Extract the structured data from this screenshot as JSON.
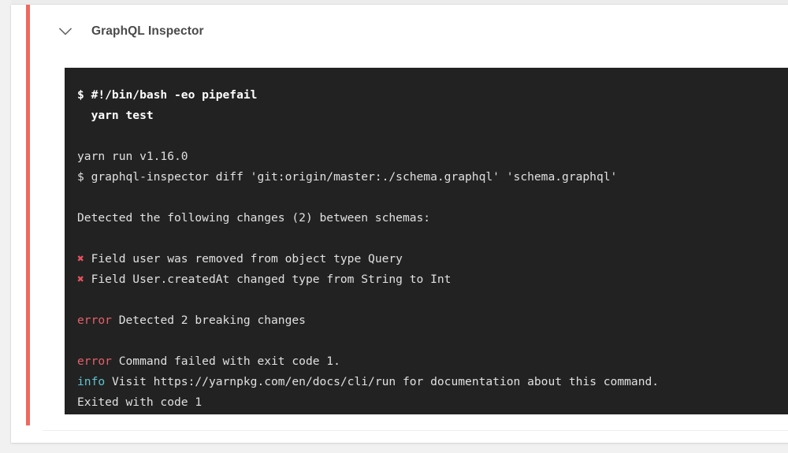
{
  "colors": {
    "page_background": "#f1f1f1",
    "card_background": "#ffffff",
    "status_rail": "#f0685f",
    "terminal_background": "#222222",
    "terminal_text": "#e6e6e6",
    "error_text": "#e5606a",
    "info_text": "#5fc4d0",
    "xmark": "#e5535f",
    "title_text": "#4a4a4a"
  },
  "card": {
    "collapse_icon": "chevron-down-icon",
    "title": "GraphQL Inspector"
  },
  "terminal": {
    "lines": [
      {
        "id": "cmd-shebang",
        "style": "bold",
        "segments": [
          {
            "text": "$ #!/bin/bash -eo pipefail",
            "color": "white",
            "bold": true
          }
        ]
      },
      {
        "id": "cmd-yarn-test",
        "style": "bold",
        "segments": [
          {
            "text": "  yarn test",
            "color": "white",
            "bold": true
          }
        ]
      },
      {
        "id": "blank-1",
        "style": "blank",
        "segments": []
      },
      {
        "id": "yarn-version",
        "style": "normal",
        "segments": [
          {
            "text": "yarn run v1.16.0",
            "color": "default",
            "bold": false
          }
        ]
      },
      {
        "id": "inspector-diff",
        "style": "normal",
        "segments": [
          {
            "text": "$ graphql-inspector diff 'git:origin/master:./schema.graphql' 'schema.graphql'",
            "color": "default",
            "bold": false
          }
        ]
      },
      {
        "id": "blank-2",
        "style": "blank",
        "segments": []
      },
      {
        "id": "detected-changes",
        "style": "normal",
        "segments": [
          {
            "text": "Detected the following changes (2) between schemas:",
            "color": "default",
            "bold": false
          }
        ]
      },
      {
        "id": "blank-3",
        "style": "blank",
        "segments": []
      },
      {
        "id": "change-1",
        "style": "normal",
        "segments": [
          {
            "text": "✖",
            "color": "xmark",
            "bold": true
          },
          {
            "text": " Field user was removed from object type Query",
            "color": "default",
            "bold": false
          }
        ]
      },
      {
        "id": "change-2",
        "style": "normal",
        "segments": [
          {
            "text": "✖",
            "color": "xmark",
            "bold": true
          },
          {
            "text": " Field User.createdAt changed type from String to Int",
            "color": "default",
            "bold": false
          }
        ]
      },
      {
        "id": "blank-4",
        "style": "blank",
        "segments": []
      },
      {
        "id": "error-breaking",
        "style": "normal",
        "segments": [
          {
            "text": "error",
            "color": "error",
            "bold": false
          },
          {
            "text": " Detected 2 breaking changes",
            "color": "default",
            "bold": false
          }
        ]
      },
      {
        "id": "blank-5",
        "style": "blank",
        "segments": []
      },
      {
        "id": "error-exit",
        "style": "normal",
        "segments": [
          {
            "text": "error",
            "color": "error",
            "bold": false
          },
          {
            "text": " Command failed with exit code 1.",
            "color": "default",
            "bold": false
          }
        ]
      },
      {
        "id": "info-visit",
        "style": "normal",
        "segments": [
          {
            "text": "info",
            "color": "info",
            "bold": false
          },
          {
            "text": " Visit https://yarnpkg.com/en/docs/cli/run for documentation about this command.",
            "color": "default",
            "bold": false
          }
        ]
      },
      {
        "id": "exited",
        "style": "normal",
        "segments": [
          {
            "text": "Exited with code 1",
            "color": "default",
            "bold": false
          }
        ]
      }
    ]
  }
}
